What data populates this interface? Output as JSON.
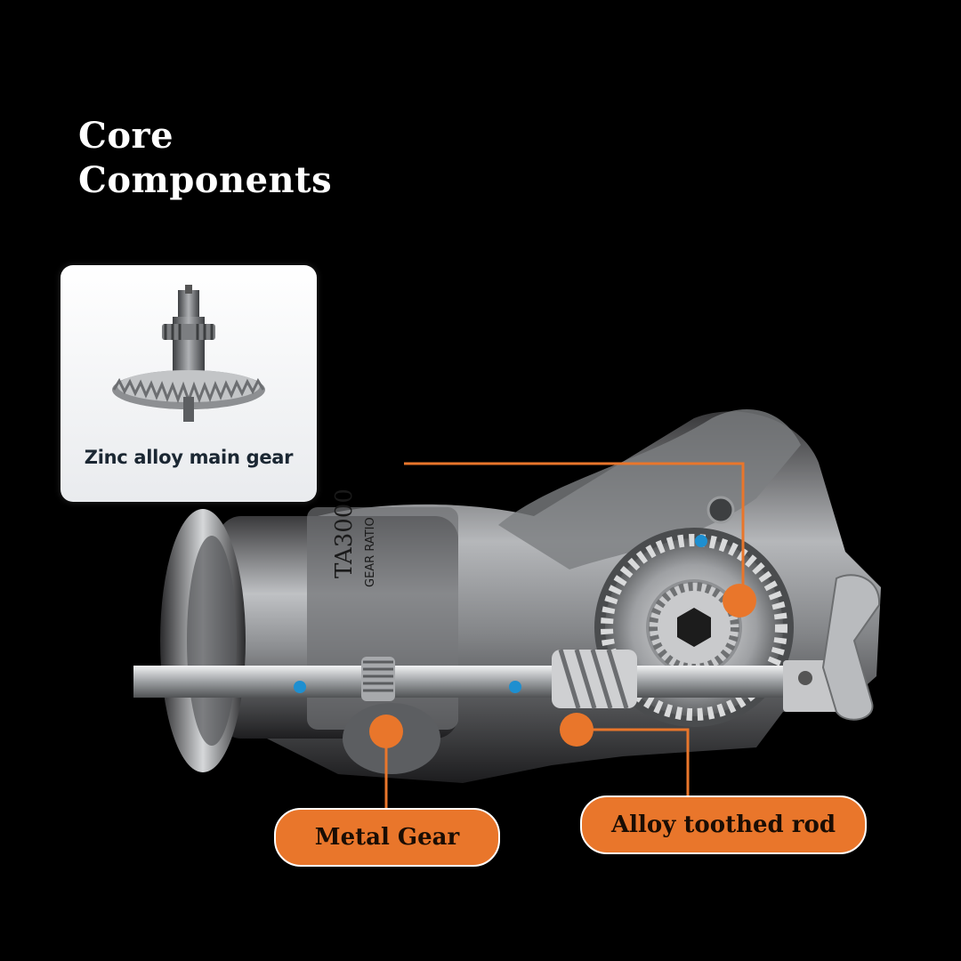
{
  "title": {
    "line1": "Core",
    "line2": "Components"
  },
  "reel": {
    "model_text": "TA3000",
    "gear_text": "GEAR RATIO"
  },
  "main_gear_card": {
    "label": "Zinc alloy main gear"
  },
  "callouts": {
    "metal_gear": "Metal Gear",
    "alloy_rod": "Alloy toothed rod"
  },
  "colors": {
    "background": "#000000",
    "accent": "#E9762B",
    "dot_blue": "#1E8FD0"
  }
}
